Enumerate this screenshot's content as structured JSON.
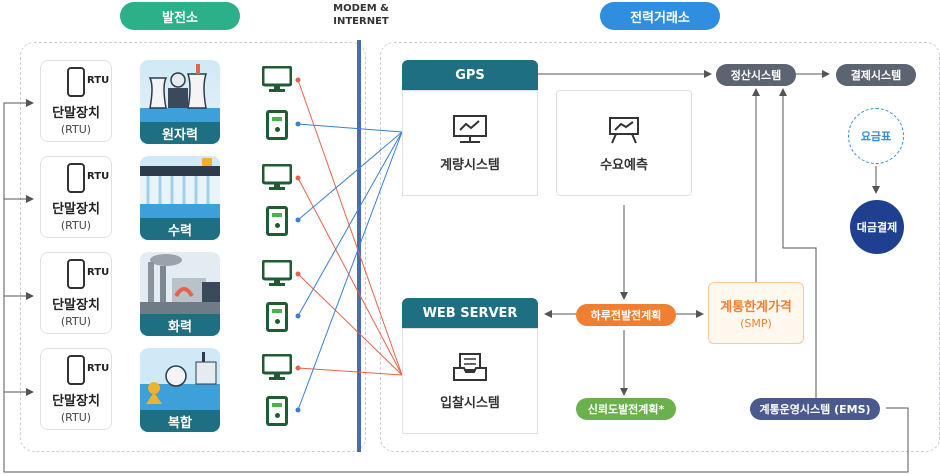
{
  "headers": {
    "plant": "발전소",
    "modem": "MODEM & INTERNET",
    "exchange": "전력거래소"
  },
  "colors": {
    "green_pill": "#2bb08a",
    "blue_pill": "#2f8ee0",
    "teal_header": "#1f6f82",
    "modem_line": "#4b6bb0",
    "red_line": "#e5634c",
    "blue_line": "#3a7fd0",
    "orange": "#f07f32",
    "green_node": "#6ab04c",
    "navy_node": "#4a5a8e",
    "dark_blue_circle": "#1f3f91"
  },
  "rtus": [
    {
      "icon_text": "RTU",
      "title": "단말장치",
      "sub": "(RTU)"
    },
    {
      "icon_text": "RTU",
      "title": "단말장치",
      "sub": "(RTU)"
    },
    {
      "icon_text": "RTU",
      "title": "단말장치",
      "sub": "(RTU)"
    },
    {
      "icon_text": "RTU",
      "title": "단말장치",
      "sub": "(RTU)"
    }
  ],
  "plants": [
    {
      "label": "원자력"
    },
    {
      "label": "수력"
    },
    {
      "label": "화력"
    },
    {
      "label": "복합"
    }
  ],
  "exchange": {
    "gps": "GPS",
    "metering": "계량시스템",
    "demand": "수요예측",
    "web_server": "WEB SERVER",
    "bidding": "입찰시스템",
    "settlement": "정산시스템",
    "payment_system": "결제시스템",
    "tariff": "요금표",
    "payment": "대금결제",
    "day_ahead": "하루전발전계획",
    "smp_title": "계통한계가격",
    "smp_sub": "(SMP)",
    "reliability": "신뢰도발전계획*",
    "ems": "계통운영시스템 (EMS)"
  }
}
